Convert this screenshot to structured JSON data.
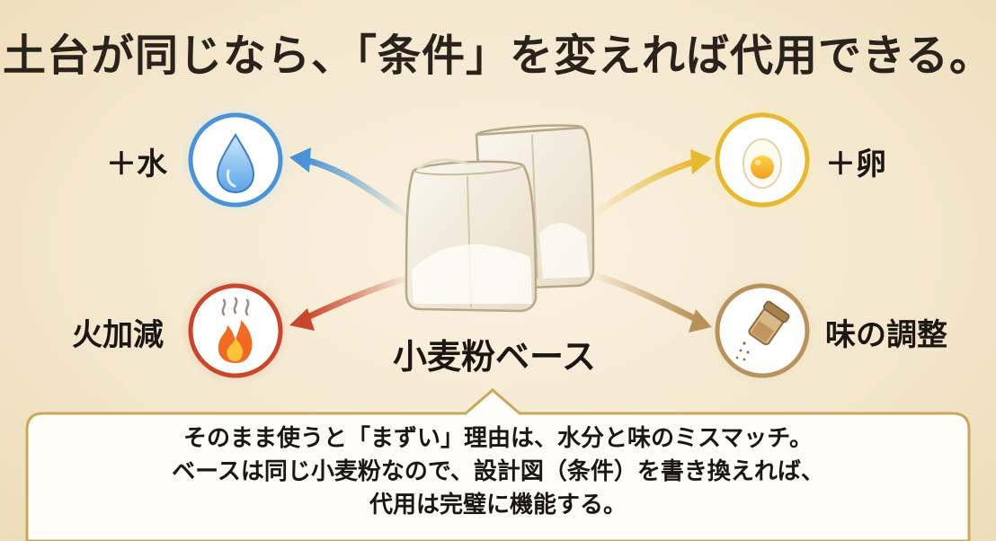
{
  "title": "土台が同じなら、「条件」を変えれば代用できる。",
  "center": {
    "label": "小麦粉ベース"
  },
  "modifiers": {
    "water": {
      "label": "＋水",
      "icon": "water-drop-icon",
      "color": "#4a93d6"
    },
    "egg": {
      "label": "＋卵",
      "icon": "egg-icon",
      "color": "#e8b830"
    },
    "fire": {
      "label": "火加減",
      "icon": "flame-icon",
      "color": "#c8472b"
    },
    "taste": {
      "label": "味の調整",
      "icon": "salt-shaker-icon",
      "color": "#b8925a"
    }
  },
  "callout": {
    "lines": [
      "そのまま使うと「まずい」理由は、水分と味のミスマッチ。",
      "ベースは同じ小麦粉なので、設計図（条件）を書き換えれば、",
      "代用は完璧に機能する。"
    ]
  }
}
